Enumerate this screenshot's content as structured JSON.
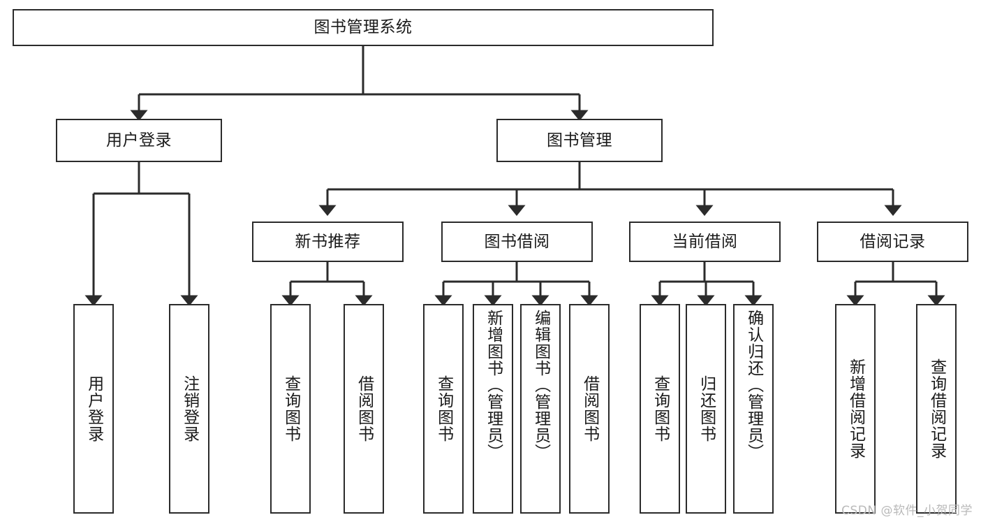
{
  "diagram": {
    "title": "图书管理系统",
    "type": "hierarchy-tree",
    "colors": {
      "box_border": "#2b2b2b",
      "box_fill": "#ffffff",
      "connector": "#2b2b2b",
      "text": "#1a1a1a",
      "watermark": "#b9b9b9"
    },
    "root": {
      "label": "图书管理系统"
    },
    "level2": [
      {
        "id": "user-login",
        "label": "用户登录"
      },
      {
        "id": "book-management",
        "label": "图书管理"
      }
    ],
    "level3": [
      {
        "id": "new-book-recommend",
        "label": "新书推荐"
      },
      {
        "id": "book-borrow",
        "label": "图书借阅"
      },
      {
        "id": "current-borrow",
        "label": "当前借阅"
      },
      {
        "id": "borrow-record",
        "label": "借阅记录"
      }
    ],
    "leaves": {
      "user_login": [
        {
          "id": "leaf-user-login",
          "label": "用户登录"
        },
        {
          "id": "leaf-logout-login",
          "label": "注销登录"
        }
      ],
      "new_book_recommend": [
        {
          "id": "leaf-query-book-1",
          "label": "查询图书"
        },
        {
          "id": "leaf-borrow-book-1",
          "label": "借阅图书"
        }
      ],
      "book_borrow": [
        {
          "id": "leaf-query-book-2",
          "label": "查询图书"
        },
        {
          "id": "leaf-add-book",
          "label": "新增图书（管理员）"
        },
        {
          "id": "leaf-edit-book",
          "label": "编辑图书（管理员）"
        },
        {
          "id": "leaf-borrow-book-2",
          "label": "借阅图书"
        }
      ],
      "current_borrow": [
        {
          "id": "leaf-query-book-3",
          "label": "查询图书"
        },
        {
          "id": "leaf-return-book",
          "label": "归还图书"
        },
        {
          "id": "leaf-confirm-return",
          "label": "确认归还（管理员）"
        }
      ],
      "borrow_record": [
        {
          "id": "leaf-add-record",
          "label": "新增借阅记录"
        },
        {
          "id": "leaf-query-record",
          "label": "查询借阅记录"
        }
      ]
    }
  },
  "watermark": {
    "text": "CSDN @软件_小贺同学"
  }
}
